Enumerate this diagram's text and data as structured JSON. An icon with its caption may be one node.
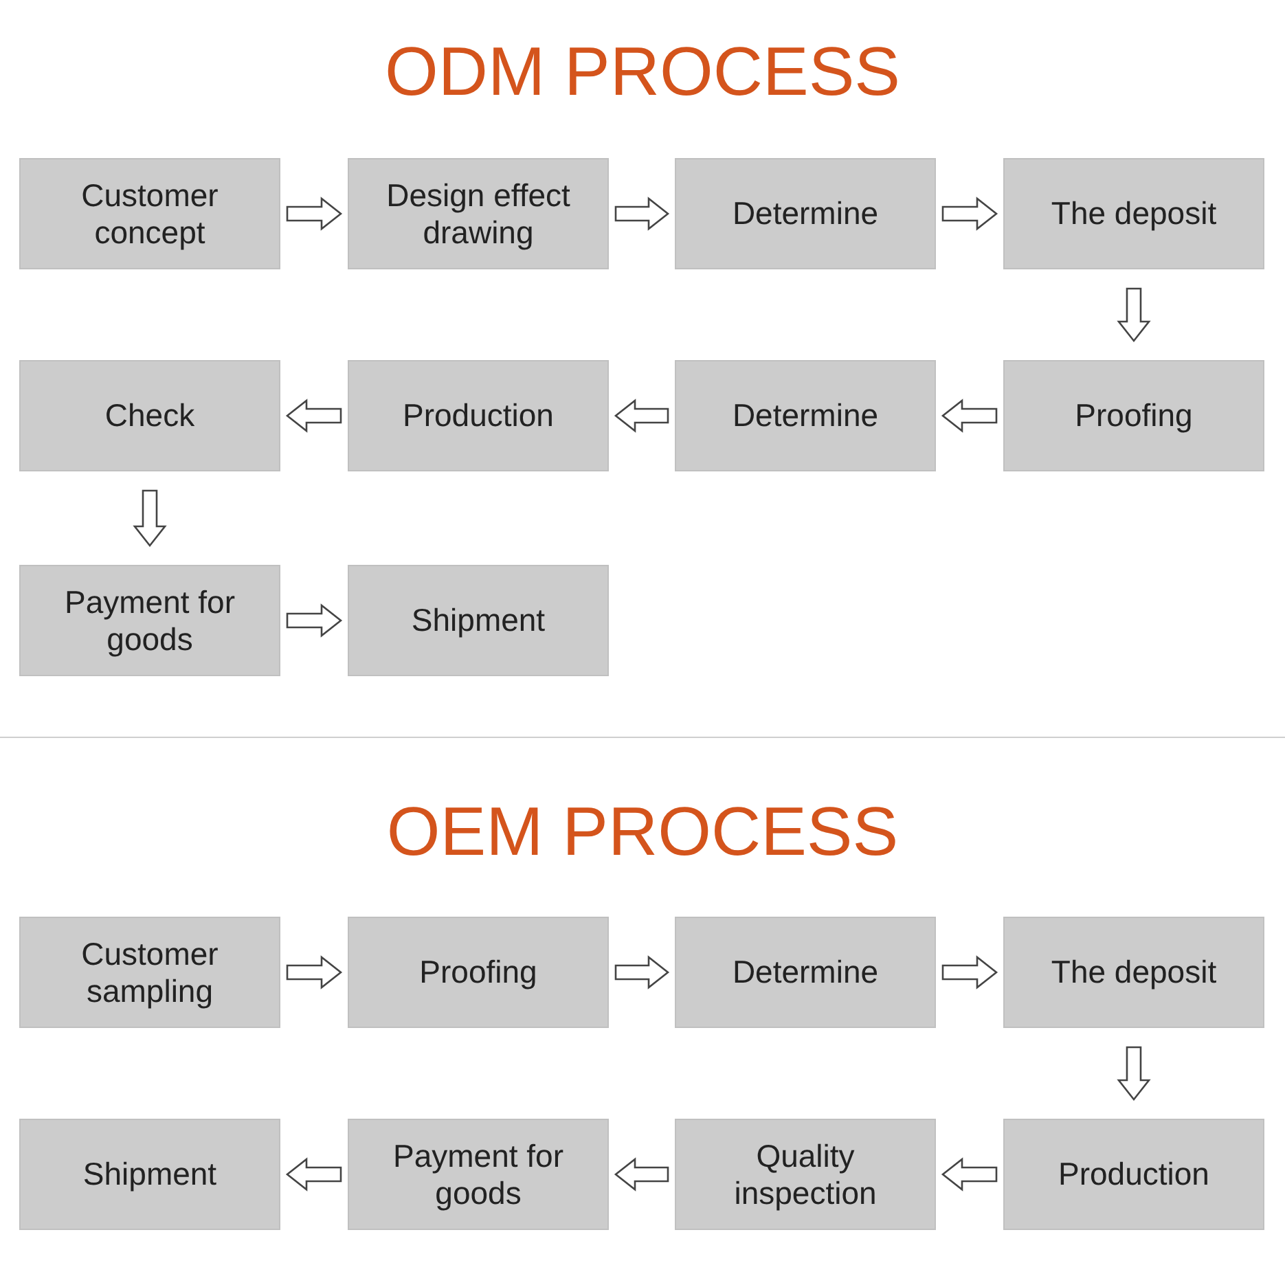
{
  "diagram": {
    "nodes": [
      {
        "text": [
          "Customer concept"
        ]
      },
      {
        "text": [
          "Design effect drawing"
        ]
      },
      {
        "text": [
          "Determine"
        ]
      },
      {
        "text": [
          "The deposit"
        ]
      },
      {
        "text": [
          "Check"
        ]
      },
      {
        "text": [
          "Production"
        ]
      },
      {
        "text": [
          "Determine"
        ]
      },
      {
        "text": [
          "Proofing"
        ]
      },
      {
        "text": [
          "Payment for goods"
        ]
      },
      {
        "text": [
          "Shipment"
        ]
      },
      {
        "text": [
          "Customer sampling"
        ]
      },
      {
        "text": [
          "Proofing"
        ]
      },
      {
        "text": [
          "Determine"
        ]
      },
      {
        "text": [
          "The deposit"
        ]
      },
      {
        "text": [
          "Shipment"
        ]
      },
      {
        "text": [
          "Payment for goods"
        ]
      },
      {
        "text": [
          "Quality inspection"
        ]
      },
      {
        "text": [
          "Production"
        ]
      }
    ],
    "edges": [
      {
        "from": 0,
        "to": 1,
        "arrow": "to"
      },
      {
        "from": 1,
        "to": 2,
        "arrow": "to"
      },
      {
        "from": 2,
        "to": 3,
        "arrow": "to"
      },
      {
        "from": 3,
        "to": 7,
        "arrow": "to"
      },
      {
        "from": 7,
        "to": 6,
        "arrow": "to"
      },
      {
        "from": 6,
        "to": 5,
        "arrow": "to"
      },
      {
        "from": 5,
        "to": 4,
        "arrow": "to"
      },
      {
        "from": 4,
        "to": 8,
        "arrow": "to"
      },
      {
        "from": 8,
        "to": 9,
        "arrow": "to"
      },
      {
        "from": 10,
        "to": 11,
        "arrow": "to"
      },
      {
        "from": 11,
        "to": 12,
        "arrow": "to"
      },
      {
        "from": 12,
        "to": 13,
        "arrow": "to"
      },
      {
        "from": 13,
        "to": 17,
        "arrow": "to"
      },
      {
        "from": 17,
        "to": 16,
        "arrow": "to"
      },
      {
        "from": 16,
        "to": 15,
        "arrow": "to"
      },
      {
        "from": 15,
        "to": 14,
        "arrow": "to"
      }
    ],
    "labels": [
      "ODM PROCESS",
      "OEM PROCESS"
    ]
  }
}
